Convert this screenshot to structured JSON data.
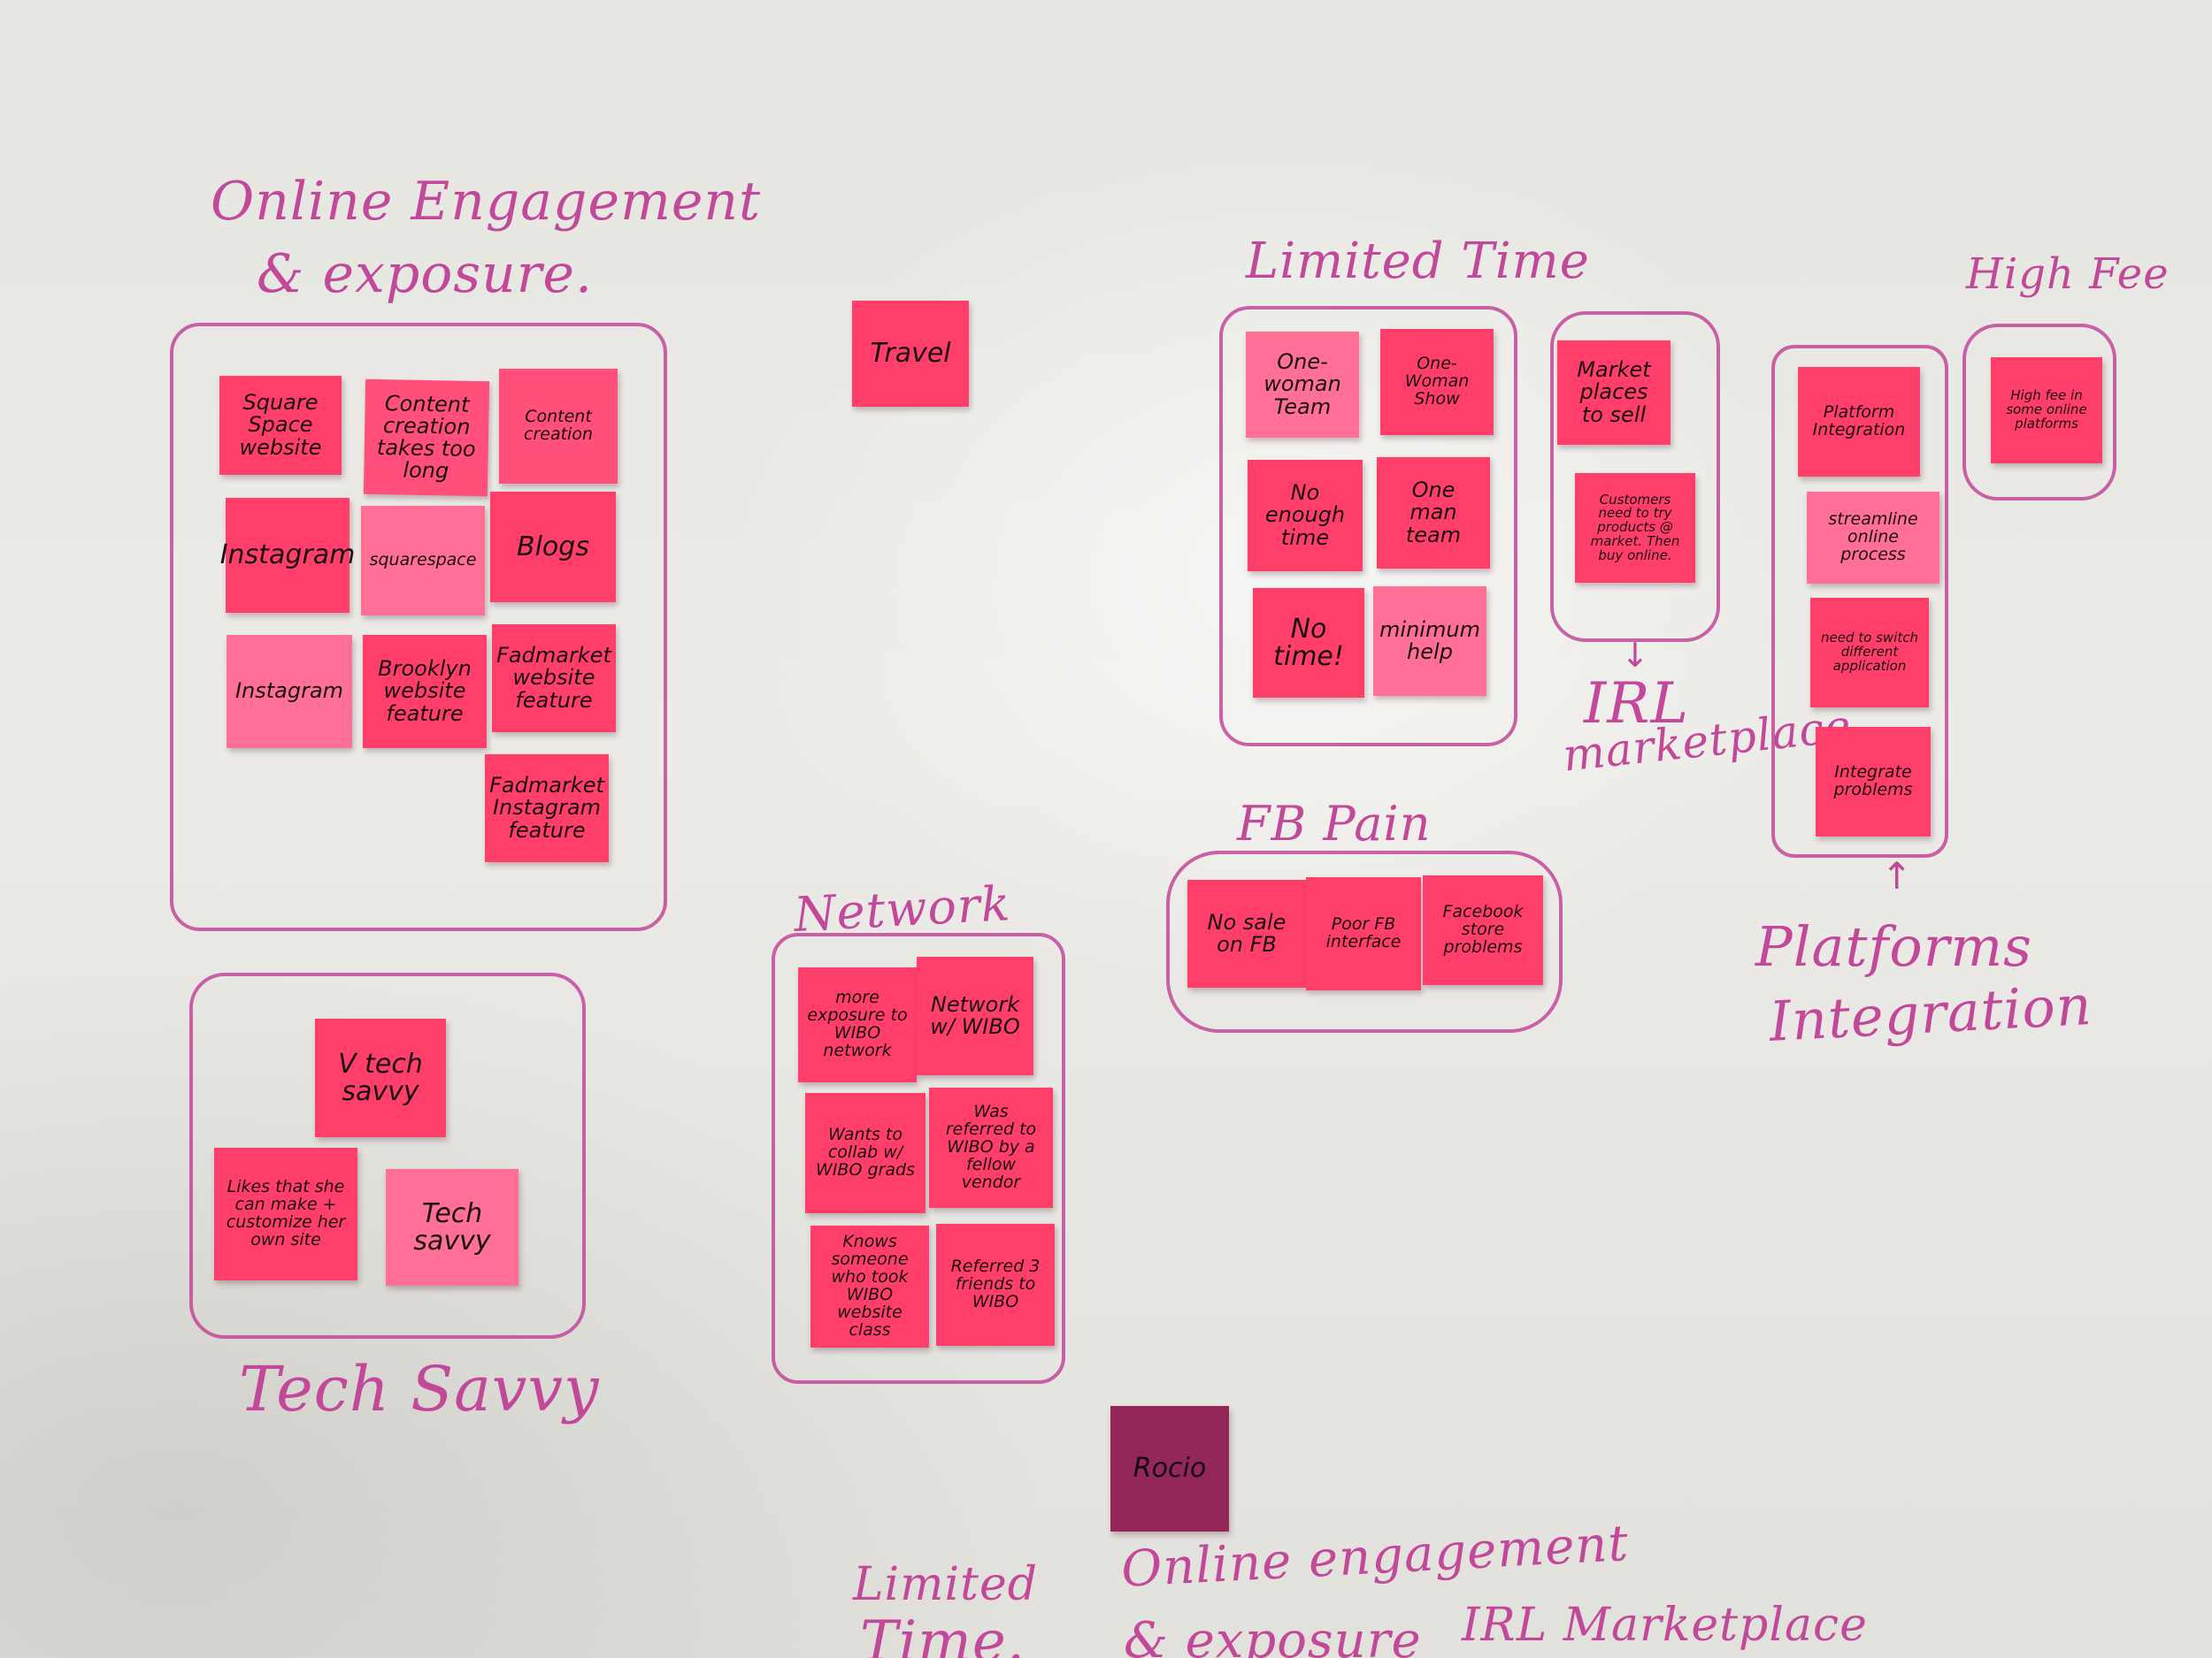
{
  "labels": {
    "online_engagement_1": "Online Engagement",
    "online_engagement_2": "& exposure.",
    "limited_time": "Limited Time",
    "high_fee": "High Fee",
    "irl_1": "IRL",
    "irl_2": "marketplace",
    "fb_pain": "FB Pain",
    "network": "Network",
    "platforms_1": "Platforms",
    "platforms_2": "Integration",
    "tech_savvy": "Tech Savvy",
    "bottom_limited_1": "Limited",
    "bottom_limited_2": "Time.",
    "bottom_online_1": "Online engagement",
    "bottom_online_2": "& exposure",
    "bottom_irl": "IRL Marketplace"
  },
  "notes": {
    "square_space": "Square Space website",
    "content_long": "Content creation takes too long",
    "content_creation": "Content creation",
    "instagram_1": "Instagram",
    "squarespace": "squarespace",
    "blogs": "Blogs",
    "instagram_2": "Instagram",
    "brooklyn": "Brooklyn website feature",
    "fadmarket_web": "Fadmarket website feature",
    "fadmarket_ig": "Fadmarket Instagram feature",
    "travel": "Travel",
    "one_woman_team": "One-woman Team",
    "one_woman_show": "One-Woman Show",
    "no_enough_time": "No enough time",
    "one_man_team": "One man team",
    "no_time": "No time!",
    "minimum_help": "minimum help",
    "market_places": "Market places to sell",
    "customers_try": "Customers need to try products @ market. Then buy online.",
    "platform_integration": "Platform Integration",
    "streamline": "streamline online process",
    "switch_apps": "need to switch different application",
    "integrate_problems": "Integrate problems",
    "high_fee_note": "High fee in some online platforms",
    "no_sale_fb": "No sale on FB",
    "poor_fb": "Poor FB interface",
    "fb_store": "Facebook store problems",
    "more_exposure": "more exposure to WIBO network",
    "network_wibo": "Network w/ WIBO",
    "collab_wibo": "Wants to collab w/ WIBO grads",
    "referred_vendor": "Was referred to WIBO by a fellow vendor",
    "knows_someone": "Knows someone who took WIBO website class",
    "referred_friends": "Referred 3 friends to WIBO",
    "v_tech_savvy": "V tech savvy",
    "likes_customize": "Likes that she can make + customize her own site",
    "tech_savvy_note": "Tech savvy",
    "rocio": "Rocio"
  },
  "colors": {
    "marker": "#c2489a",
    "note_pink": "#ff4f7a",
    "note_light": "#ff6f96",
    "note_purple": "#94275a"
  }
}
